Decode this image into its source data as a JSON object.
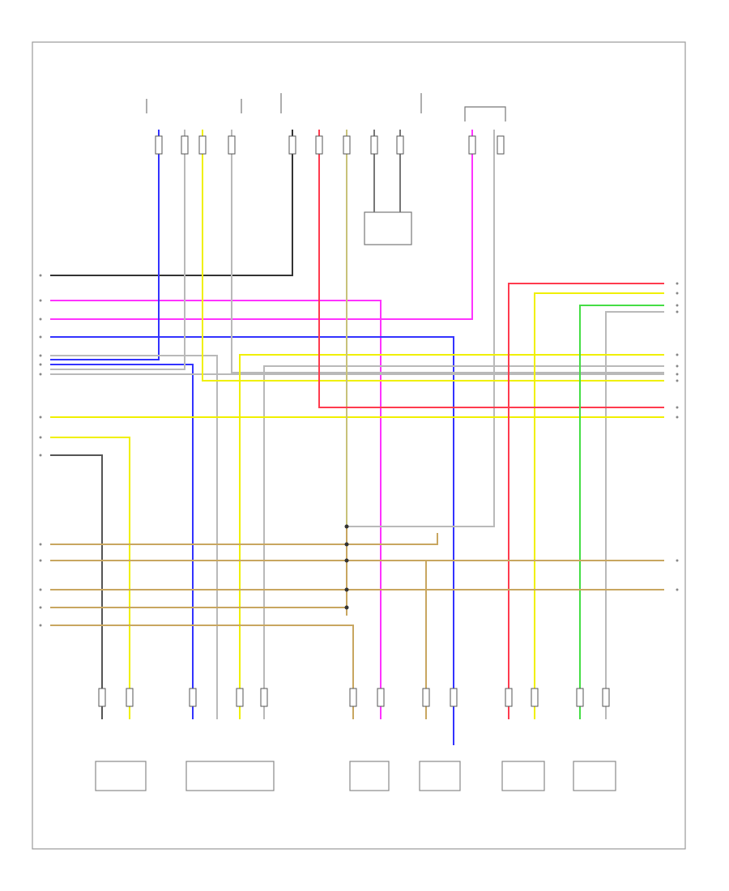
{
  "diagram": {
    "title": "",
    "page_number": "",
    "colors": {
      "frame": "#9a9a9a",
      "black": "#333333",
      "red": "#ff3b4e",
      "pink": "#ff33ff",
      "blue": "#3333ff",
      "yellow": "#f0f000",
      "tan": "#c8a660",
      "grey": "#b9b9b9",
      "green": "#44dd44",
      "white": "#f4f4f4"
    },
    "components": [
      {
        "id": "c1",
        "name": "component-top-left-module",
        "label": ""
      },
      {
        "id": "c2",
        "name": "component-top-center-module",
        "label": ""
      },
      {
        "id": "c3",
        "name": "component-top-right-module",
        "label": ""
      },
      {
        "id": "c4",
        "name": "component-center-sensor",
        "label": ""
      },
      {
        "id": "c5",
        "name": "component-bottom-1",
        "label": ""
      },
      {
        "id": "c6",
        "name": "component-bottom-2",
        "label": ""
      },
      {
        "id": "c7",
        "name": "component-bottom-3",
        "label": ""
      },
      {
        "id": "c8",
        "name": "component-bottom-4",
        "label": ""
      },
      {
        "id": "c9",
        "name": "component-bottom-5",
        "label": ""
      },
      {
        "id": "c10",
        "name": "component-bottom-6",
        "label": ""
      }
    ]
  }
}
